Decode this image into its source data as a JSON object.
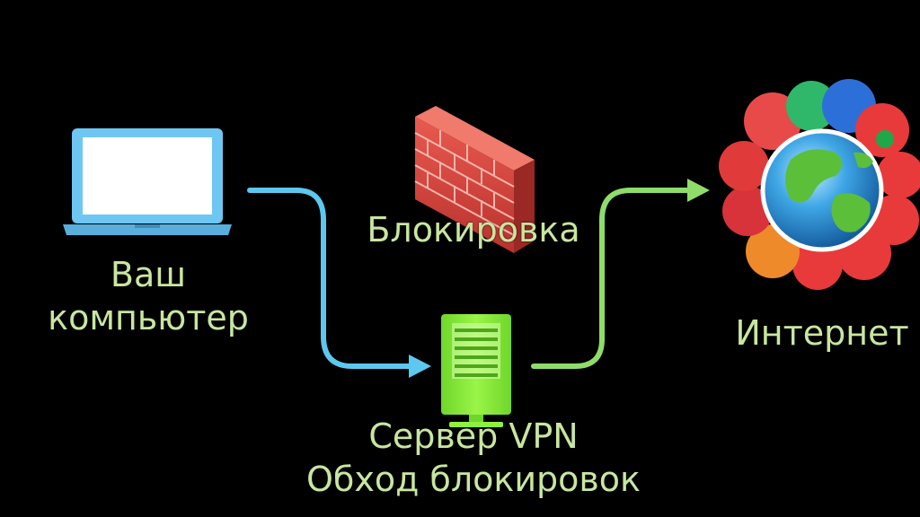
{
  "labels": {
    "computer_line1": "Ваш",
    "computer_line2": "компьютер",
    "blocking": "Блокировка",
    "vpn_line1": "Сервер VPN",
    "vpn_line2": "Обход блокировок",
    "internet": "Интернет"
  },
  "icons": {
    "computer": "laptop-icon",
    "blocking": "brick-firewall-icon",
    "vpn": "server-icon",
    "internet": "globe-icon"
  },
  "colors": {
    "background": "#000000",
    "label_text": "#c8e6a0",
    "arrow_in": "#5cc8ef",
    "arrow_out": "#8fdc6a",
    "laptop_frame": "#6ec6f2",
    "server_body": "#8ef23a",
    "brick": "#d9463e"
  }
}
